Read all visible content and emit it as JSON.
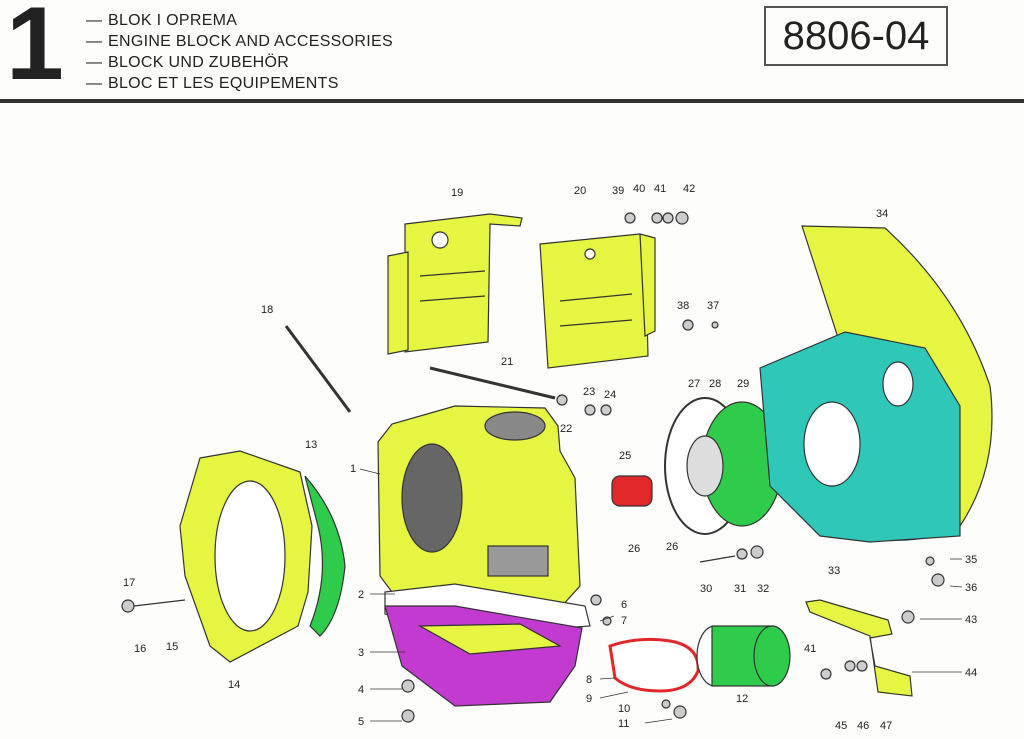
{
  "header": {
    "section_number": "1",
    "titles": [
      "BLOK I OPREMA",
      "ENGINE BLOCK AND ACCESSORIES",
      "BLOCK UND ZUBEHÖR",
      "BLOC ET LES EQUIPEMENTS"
    ],
    "dash": "—",
    "drawing_code": "8806-04"
  },
  "colors": {
    "yellow_highlight": "#e6f542",
    "teal_highlight": "#2fc8b8",
    "green_highlight": "#2ecc4a",
    "magenta_highlight": "#c23ad0",
    "red_highlight": "#e0282a",
    "line": "#333333"
  },
  "part_labels": [
    "1",
    "2",
    "3",
    "4",
    "5",
    "6",
    "7",
    "8",
    "9",
    "10",
    "11",
    "12",
    "13",
    "14",
    "15",
    "16",
    "17",
    "18",
    "19",
    "20",
    "21",
    "22",
    "23",
    "24",
    "25",
    "26",
    "26",
    "27",
    "28",
    "29",
    "30",
    "31",
    "32",
    "33",
    "34",
    "35",
    "36",
    "37",
    "38",
    "39",
    "40",
    "41",
    "41",
    "42",
    "43",
    "44",
    "45",
    "46",
    "47"
  ]
}
